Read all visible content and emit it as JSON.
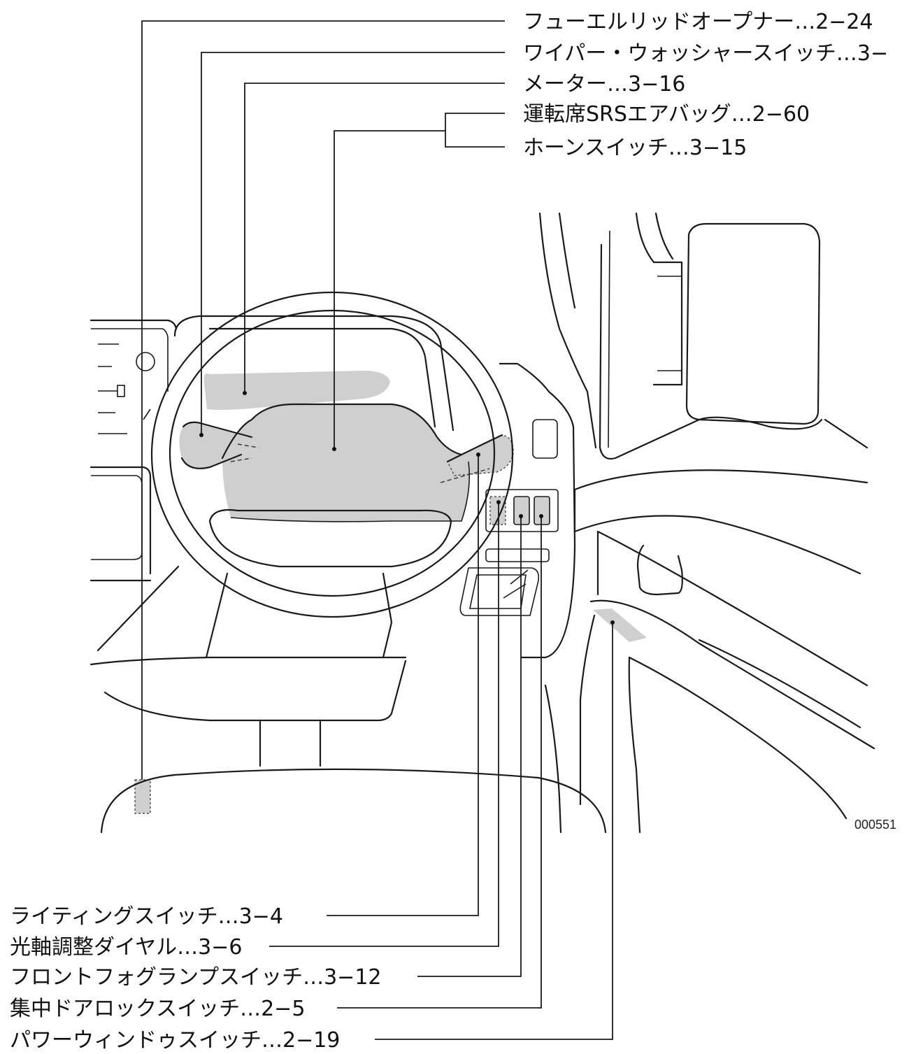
{
  "labels_top": [
    {
      "id": "fuel-lid-opener",
      "text": "フューエルリッドオープナー…2−24"
    },
    {
      "id": "wiper-washer-switch",
      "text": "ワイパー・ウォッシャースイッチ…3−"
    },
    {
      "id": "meter",
      "text": "メーター…3−16"
    },
    {
      "id": "driver-srs-airbag",
      "text": "運転席SRSエアバッグ…2−60"
    },
    {
      "id": "horn-switch",
      "text": "ホーンスイッチ…3−15"
    }
  ],
  "labels_bottom": [
    {
      "id": "lighting-switch",
      "text": "ライティングスイッチ…3−4"
    },
    {
      "id": "headlight-leveling-dial",
      "text": "光軸調整ダイヤル…3−6"
    },
    {
      "id": "front-fog-lamp-switch",
      "text": "フロントフォグランプスイッチ…3−12"
    },
    {
      "id": "central-door-lock-switch",
      "text": "集中ドアロックスイッチ…2−5"
    },
    {
      "id": "power-window-switch",
      "text": "パワーウィンドゥスイッチ…2−19"
    }
  ],
  "figure_code": "000551",
  "colors": {
    "highlight": "#cfcfcf",
    "line": "#1a1a1a",
    "background": "#ffffff"
  }
}
